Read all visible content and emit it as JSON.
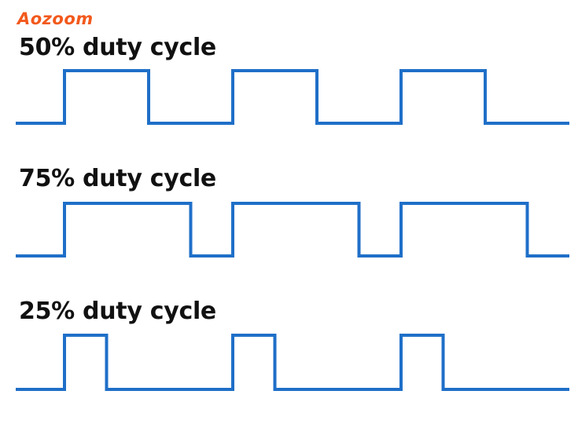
{
  "brand": {
    "logo_text": "Aozoom",
    "logo_color": "#f2591c"
  },
  "wave_color": "#1f6fc8",
  "waveforms": [
    {
      "label": "50% duty cycle",
      "duty_cycle": 0.5
    },
    {
      "label": "75% duty cycle",
      "duty_cycle": 0.75
    },
    {
      "label": "25% duty cycle",
      "duty_cycle": 0.25
    }
  ]
}
